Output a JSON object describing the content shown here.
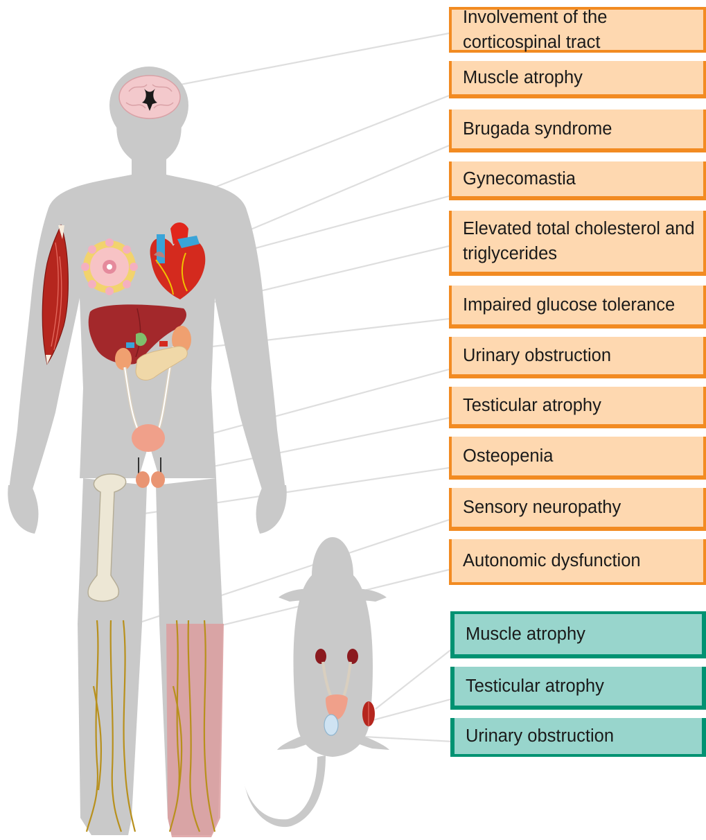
{
  "human_panel": {
    "accent_color": "#f28b22",
    "fill_color": "#fed8b0",
    "labels": [
      {
        "text": "Involvement of the corticospinal tract",
        "organ": "brain"
      },
      {
        "text": "Muscle atrophy",
        "organ": "arm-muscle"
      },
      {
        "text": "Brugada syndrome",
        "organ": "heart"
      },
      {
        "text": "Gynecomastia",
        "organ": "mammary-gland"
      },
      {
        "text": "Elevated total cholesterol and triglycerides",
        "organ": "liver"
      },
      {
        "text": "Impaired glucose tolerance",
        "organ": "pancreas"
      },
      {
        "text": "Urinary obstruction",
        "organ": "bladder"
      },
      {
        "text": "Testicular atrophy",
        "organ": "testes"
      },
      {
        "text": "Osteopenia",
        "organ": "femur"
      },
      {
        "text": "Sensory neuropathy",
        "organ": "leg-nerves"
      },
      {
        "text": "Autonomic dysfunction",
        "organ": "leg-skin"
      }
    ]
  },
  "mouse_panel": {
    "accent_color": "#009272",
    "fill_color": "#98d5cc",
    "labels": [
      {
        "text": "Muscle atrophy",
        "organ": "muscle"
      },
      {
        "text": "Testicular atrophy",
        "organ": "testis"
      },
      {
        "text": "Urinary obstruction",
        "organ": "bladder"
      }
    ]
  },
  "colors": {
    "silhouette": "#c9c9c9",
    "leader_line": "#dedede",
    "muscle": "#b5261e",
    "liver": "#a3282b",
    "heart": "#d42a1e",
    "nerve": "#b8901c",
    "bone": "#ede7d5",
    "bladder": "#f0a08a"
  }
}
